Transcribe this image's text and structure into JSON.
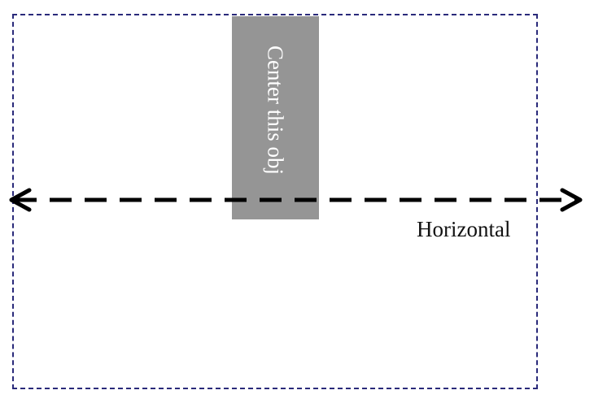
{
  "object": {
    "label": "Center this obj",
    "fill_color": "#959595",
    "text_color": "#ffffff"
  },
  "axis": {
    "label": "Horizontal",
    "direction": "horizontal",
    "arrowheads": "both",
    "color": "#000000"
  },
  "frame": {
    "style": "dashed",
    "color": "#2a2a7a"
  }
}
